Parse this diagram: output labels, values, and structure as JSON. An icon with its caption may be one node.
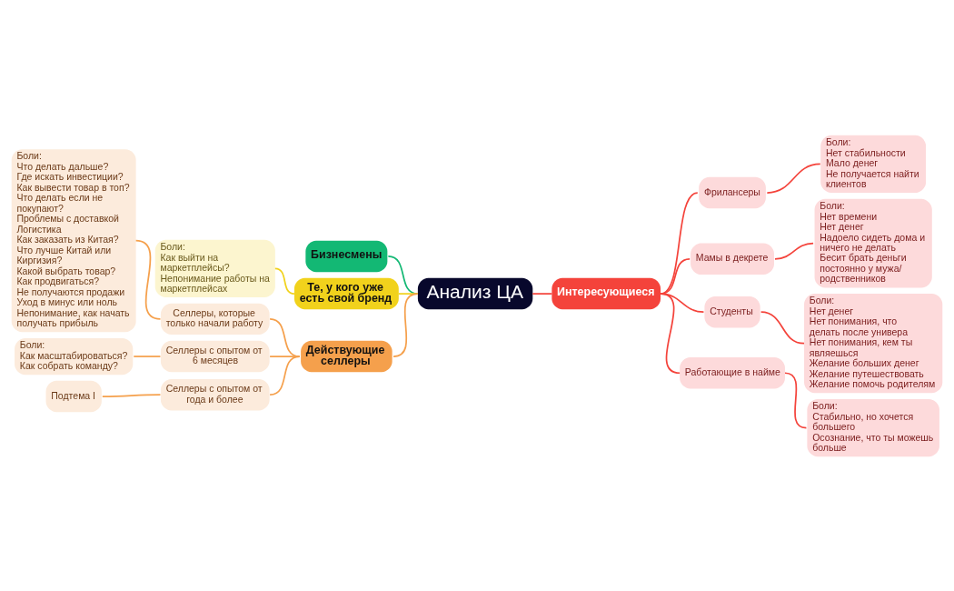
{
  "diagram": {
    "nodes": [
      {
        "text": [
          "Анализ ЦА"
        ]
      },
      {
        "text": [
          "Бизнесмены"
        ]
      },
      {
        "text": [
          "Те, у кого уже есть свой бренд"
        ]
      },
      {
        "text": [
          "Боли:",
          "Как выйти на маркетплейсы?",
          "Непонимание работы на маркетплейсах"
        ]
      },
      {
        "text": [
          "Действующие селлеры"
        ]
      },
      {
        "text": [
          "Селлеры, которые только начали работу"
        ]
      },
      {
        "text": [
          "Боли:",
          "Что делать дальше?",
          "Где искать инвестиции?",
          "Как вывести товар в топ?",
          "Что делать если не покупают?",
          "Проблемы с доставкой",
          "Логистика",
          "Как заказать из Китая?",
          "Что лучше Китай или Киргизия?",
          "Какой выбрать товар?",
          "Как продвигаться?",
          "Не получаются продажи",
          "Уход в минус или ноль",
          "Непонимание, как начать получать прибыль"
        ]
      },
      {
        "text": [
          "Селлеры с опытом от 6 месяцев"
        ]
      },
      {
        "text": [
          "Боли:",
          "Как масштабироваться?",
          "Как собрать команду?"
        ]
      },
      {
        "text": [
          "Селлеры с опытом от года и более"
        ]
      },
      {
        "text": [
          "Подтема I"
        ]
      },
      {
        "text": [
          "Интересующиеся"
        ]
      },
      {
        "text": [
          "Фрилансеры"
        ]
      },
      {
        "text": [
          "Боли:",
          "Нет стабильности",
          "Мало денег",
          "Не получается найти клиентов"
        ]
      },
      {
        "text": [
          "Мамы в декрете"
        ]
      },
      {
        "text": [
          "Боли:",
          "Нет времени",
          "Нет денег",
          "Надоело сидеть дома и ничего не делать",
          "Бесит брать деньги постоянно у мужа/ родственников"
        ]
      },
      {
        "text": [
          "Студенты"
        ]
      },
      {
        "text": [
          "Боли:",
          "Нет денег",
          "Нет понимания, что делать после универа",
          "Нет понимания, кем ты являешься",
          "Желание больших денег",
          "Желание путешествовать",
          "Желание помочь родителям"
        ]
      },
      {
        "text": [
          "Работающие в найме"
        ]
      },
      {
        "text": [
          "Боли:",
          "Стабильно, но хочется большего",
          "Осознание, что ты можешь больше"
        ]
      }
    ],
    "edges": [
      {
        "from": 0,
        "to": 1,
        "arrow": "none",
        "color": "#13b874"
      },
      {
        "from": 0,
        "to": 2,
        "arrow": "none",
        "color": "#f1d21c"
      },
      {
        "from": 2,
        "to": 3,
        "arrow": "none",
        "color": "#f1d21c"
      },
      {
        "from": 0,
        "to": 4,
        "arrow": "none",
        "color": "#f5a04c"
      },
      {
        "from": 4,
        "to": 5,
        "arrow": "none",
        "color": "#f5a04c"
      },
      {
        "from": 5,
        "to": 6,
        "arrow": "none",
        "color": "#f5a04c"
      },
      {
        "from": 4,
        "to": 7,
        "arrow": "none",
        "color": "#f5a04c"
      },
      {
        "from": 7,
        "to": 8,
        "arrow": "none",
        "color": "#f5a04c"
      },
      {
        "from": 4,
        "to": 9,
        "arrow": "none",
        "color": "#f5a04c"
      },
      {
        "from": 9,
        "to": 10,
        "arrow": "none",
        "color": "#f5a04c"
      },
      {
        "from": 0,
        "to": 11,
        "arrow": "none"
      },
      {
        "from": 11,
        "to": 12,
        "arrow": "none"
      },
      {
        "from": 12,
        "to": 13,
        "arrow": "none"
      },
      {
        "from": 11,
        "to": 14,
        "arrow": "none"
      },
      {
        "from": 14,
        "to": 15,
        "arrow": "none"
      },
      {
        "from": 11,
        "to": 16,
        "arrow": "none"
      },
      {
        "from": 16,
        "to": 17,
        "arrow": "none"
      },
      {
        "from": 11,
        "to": 18,
        "arrow": "none"
      },
      {
        "from": 18,
        "to": 19,
        "arrow": "none"
      }
    ]
  }
}
